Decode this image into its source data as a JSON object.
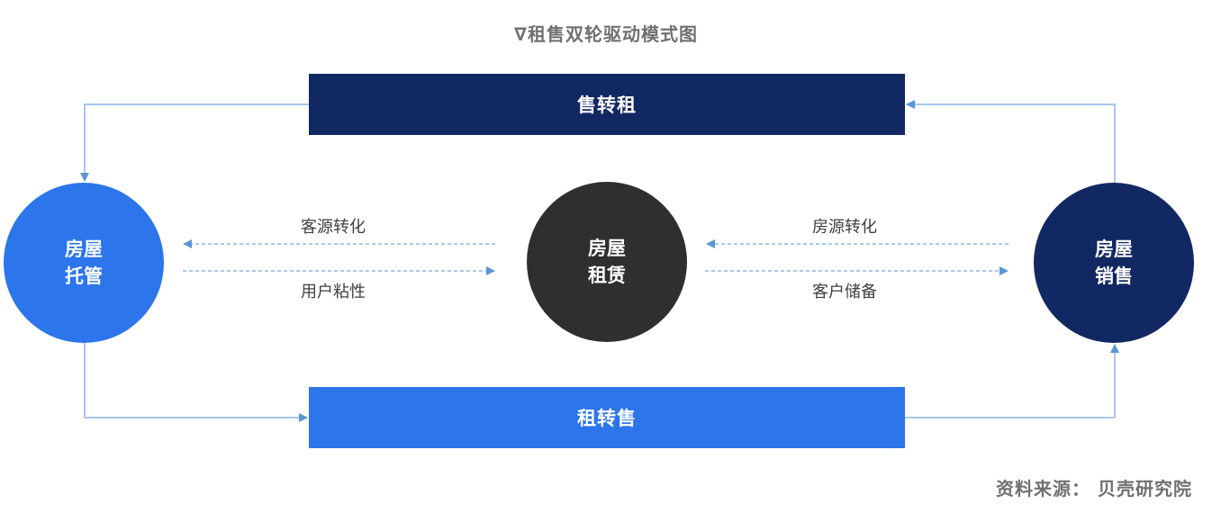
{
  "title": "∇租售双轮驱动模式图",
  "bars": {
    "top": {
      "label": "售转租",
      "color": "#122862"
    },
    "bottom": {
      "label": "租转售",
      "color": "#2c75eb"
    }
  },
  "nodes": {
    "left": {
      "line1": "房屋",
      "line2": "托管",
      "color": "#2c75eb"
    },
    "center": {
      "line1": "房屋",
      "line2": "租赁",
      "color": "#2f2f2f"
    },
    "right": {
      "line1": "房屋",
      "line2": "销售",
      "color": "#122862"
    }
  },
  "flows": {
    "left_upper": "客源转化",
    "left_lower": "用户粘性",
    "right_upper": "房源转化",
    "right_lower": "客户储备"
  },
  "colors": {
    "connector": "#a9c6ea",
    "arrowhead": "#5b95d6",
    "dashed": "#8fb5e3"
  },
  "source": "资料来源： 贝壳研究院"
}
